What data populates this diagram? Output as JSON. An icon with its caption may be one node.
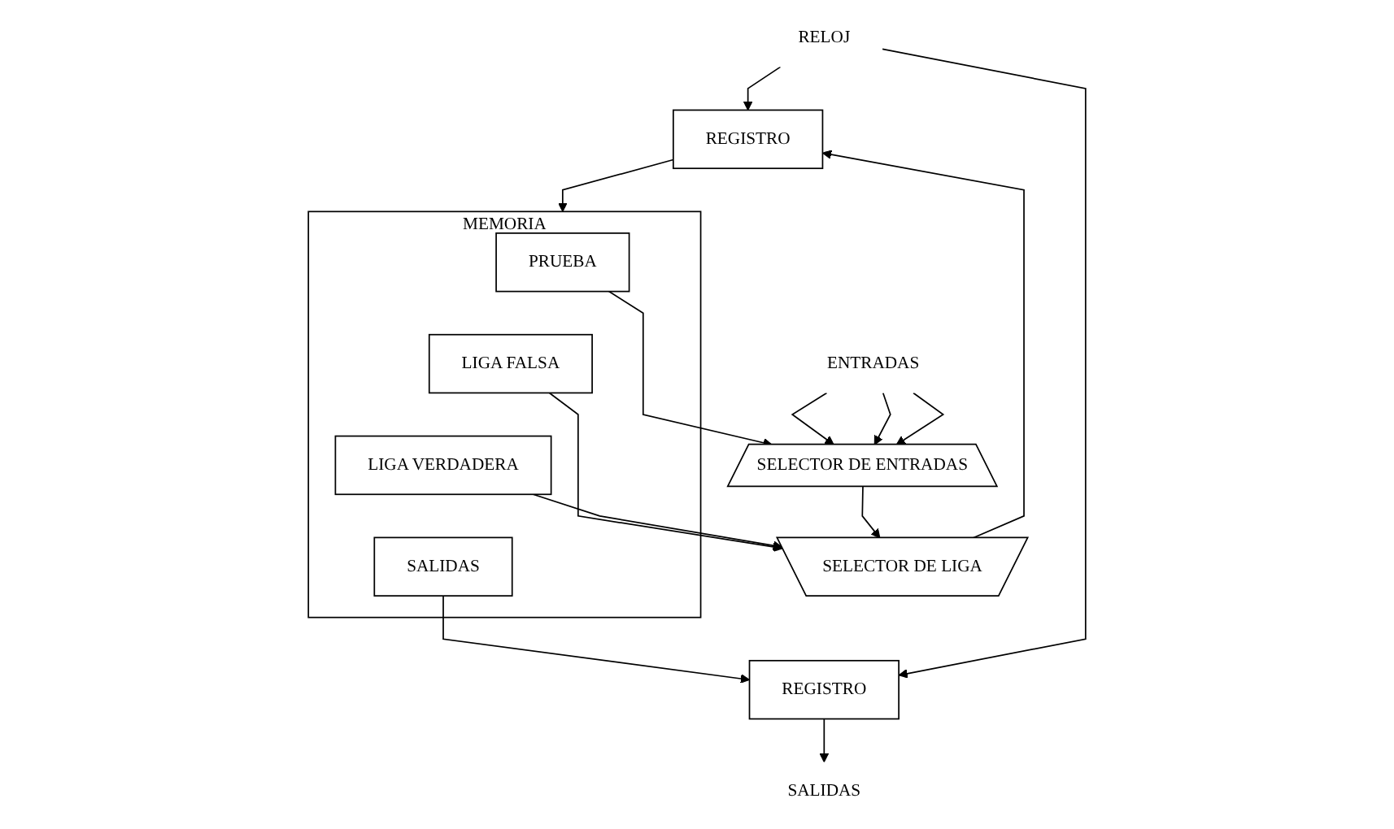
{
  "diagram": {
    "nodes": [
      {
        "text": [
          "REGISTRO"
        ]
      },
      {
        "text": [
          "MEMORIA"
        ]
      },
      {
        "text": [
          "PRUEBA"
        ],
        "in": 1
      },
      {
        "text": [
          "LIGA FALSA"
        ],
        "in": 1
      },
      {
        "text": [
          "LIGA VERDADERA"
        ],
        "in": 1
      },
      {
        "text": [
          "SALIDAS"
        ],
        "in": 1
      },
      {
        "text": [
          "ENTRADAS"
        ]
      },
      {
        "text": [
          "SELECTOR DE ENTRADAS"
        ]
      },
      {
        "text": [
          "SELECTOR DE LIGA"
        ]
      },
      {
        "text": [
          "REGISTRO"
        ]
      },
      {
        "text": [
          "SALIDAS"
        ]
      },
      {
        "text": [
          "RELOJ"
        ]
      }
    ],
    "edges": [
      {
        "from": 0,
        "to": 1,
        "arrow": "to"
      },
      {
        "from": 2,
        "to": 7,
        "arrow": "to"
      },
      {
        "from": 3,
        "to": 8,
        "arrow": "to"
      },
      {
        "from": 4,
        "to": 8,
        "arrow": "to"
      },
      {
        "from": 5,
        "to": 9,
        "arrow": "to"
      },
      {
        "from": 6,
        "to": 7,
        "arrow": "to"
      },
      {
        "from": 6,
        "to": 7,
        "arrow": "to"
      },
      {
        "from": 6,
        "to": 7,
        "arrow": "to"
      },
      {
        "from": 7,
        "to": 8,
        "arrow": "to"
      },
      {
        "from": 8,
        "to": 0,
        "arrow": "to"
      },
      {
        "from": 11,
        "to": 0,
        "arrow": "to"
      },
      {
        "from": 11,
        "to": 9,
        "arrow": "to"
      },
      {
        "from": 9,
        "to": 10,
        "arrow": "to"
      }
    ]
  }
}
